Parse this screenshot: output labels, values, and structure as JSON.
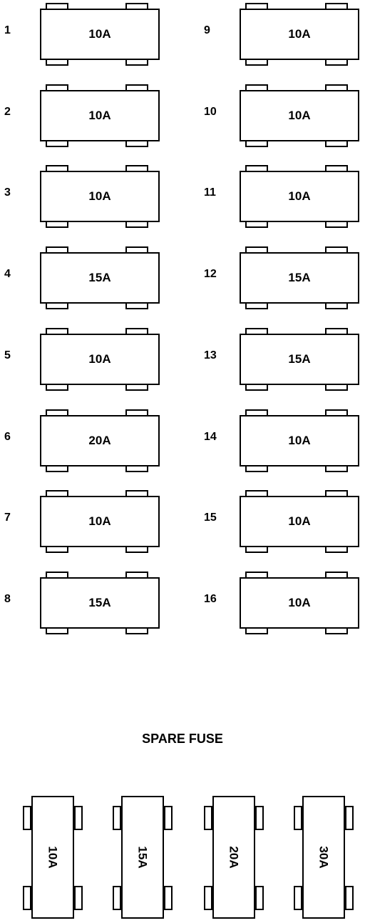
{
  "left_column": [
    {
      "slot": "1",
      "rating": "10A"
    },
    {
      "slot": "2",
      "rating": "10A"
    },
    {
      "slot": "3",
      "rating": "10A"
    },
    {
      "slot": "4",
      "rating": "15A"
    },
    {
      "slot": "5",
      "rating": "10A"
    },
    {
      "slot": "6",
      "rating": "20A"
    },
    {
      "slot": "7",
      "rating": "10A"
    },
    {
      "slot": "8",
      "rating": "15A"
    }
  ],
  "right_column": [
    {
      "slot": "9",
      "rating": "10A"
    },
    {
      "slot": "10",
      "rating": "10A"
    },
    {
      "slot": "11",
      "rating": "10A"
    },
    {
      "slot": "12",
      "rating": "15A"
    },
    {
      "slot": "13",
      "rating": "15A"
    },
    {
      "slot": "14",
      "rating": "10A"
    },
    {
      "slot": "15",
      "rating": "10A"
    },
    {
      "slot": "16",
      "rating": "10A"
    }
  ],
  "spare": {
    "title": "SPARE FUSE",
    "fuses": [
      "10A",
      "15A",
      "20A",
      "30A"
    ]
  }
}
